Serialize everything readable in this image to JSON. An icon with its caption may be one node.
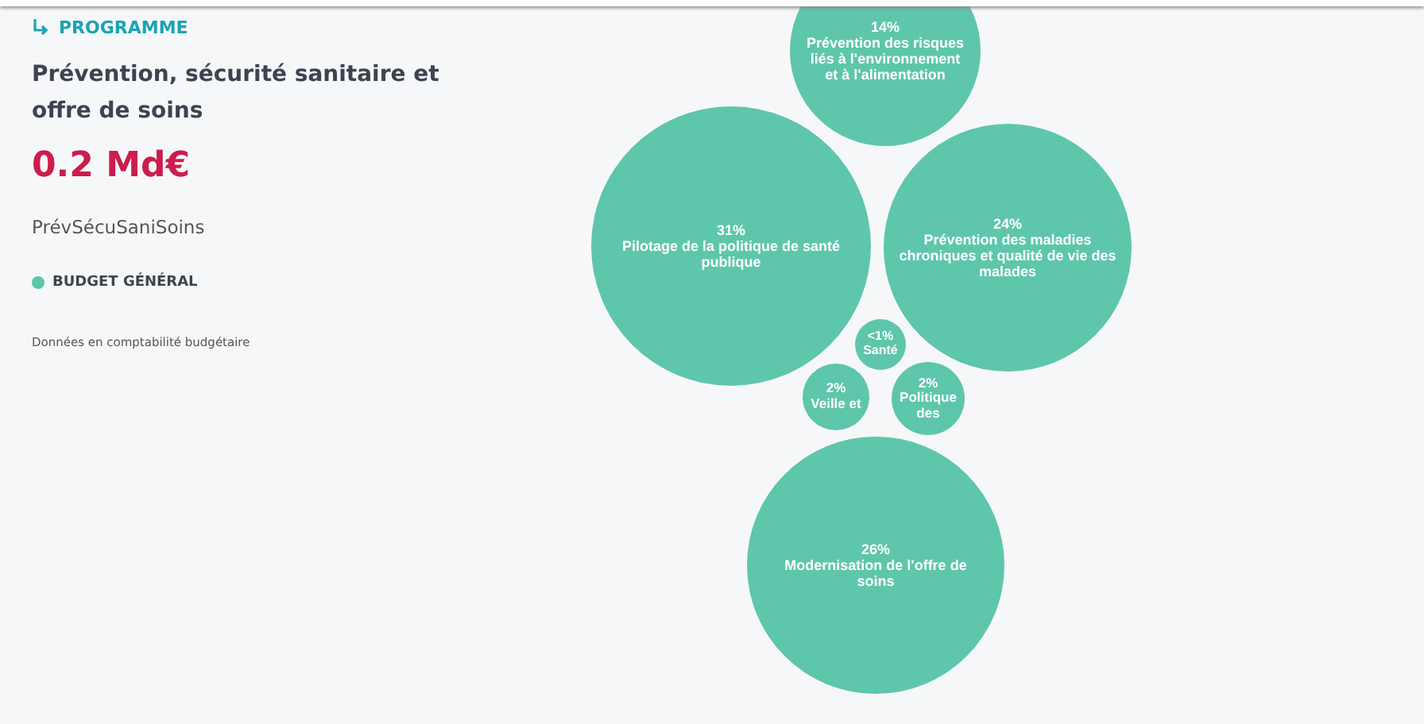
{
  "diagram": {
    "title": "Prévention, sécurité sanitaire et offre de soins",
    "nodes": [
      {
        "text": [
          "14%",
          "Prévention des risques liés à l'environnement et à l'alimentation"
        ]
      },
      {
        "text": [
          "31%",
          "Pilotage de la politique de santé publique"
        ]
      },
      {
        "text": [
          "24%",
          "Prévention des maladies chroniques et qualité de vie des malades"
        ]
      },
      {
        "text": [
          "<1%",
          "Santé"
        ]
      },
      {
        "text": [
          "2%",
          "Veille et"
        ]
      },
      {
        "text": [
          "2%",
          "Politique des"
        ]
      },
      {
        "text": [
          "26%",
          "Modernisation de l'offre de soins"
        ]
      }
    ],
    "labels": [
      "PROGRAMME",
      "0.2 Md€",
      "PrévSécuSaniSoins",
      "Données en comptabilité budgétaire"
    ],
    "legend": [
      {
        "text": "BUDGET GÉNÉRAL",
        "color": "#5ec6ab"
      }
    ]
  }
}
